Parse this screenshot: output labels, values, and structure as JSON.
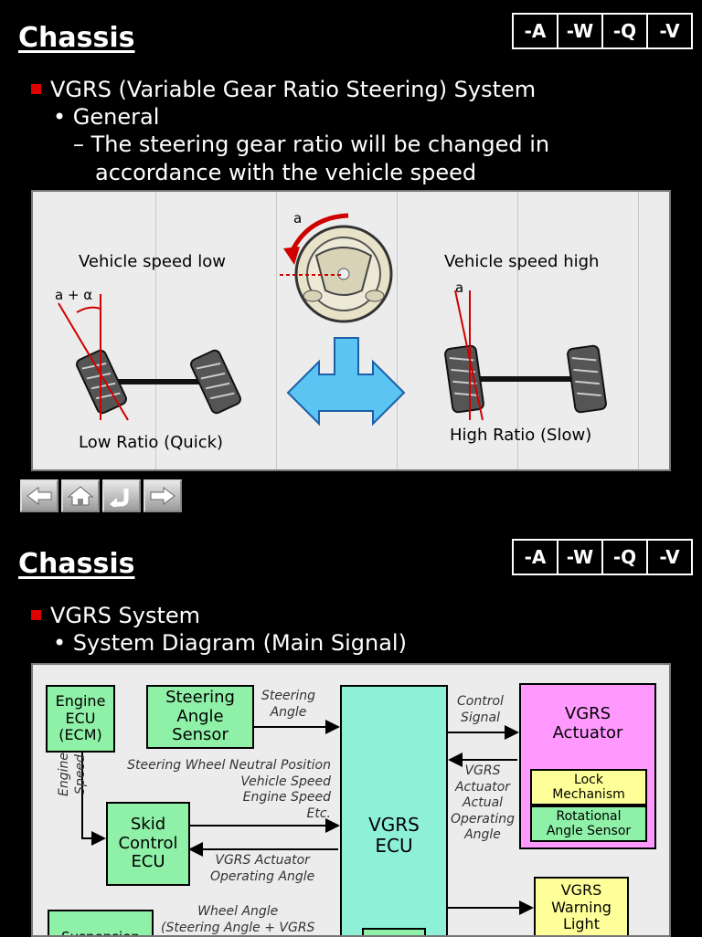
{
  "slide1": {
    "title": "Chassis",
    "tags": [
      "-A",
      "-W",
      "-Q",
      "-V"
    ],
    "bullet": "VGRS (Variable Gear Ratio Steering) System",
    "sub": "• General",
    "dash_line1": "– The steering gear ratio will be changed in",
    "dash_line2": "accordance with the vehicle speed",
    "diagram": {
      "low_speed": "Vehicle speed low",
      "high_speed": "Vehicle speed high",
      "angle_a": "a",
      "angle_a_alpha": "a + α",
      "angle_a_right": "a",
      "low_ratio": "Low Ratio (Quick)",
      "high_ratio": "High Ratio (Slow)"
    },
    "nav": [
      "back-icon",
      "home-icon",
      "return-icon",
      "forward-icon"
    ]
  },
  "slide2": {
    "title": "Chassis",
    "tags": [
      "-A",
      "-W",
      "-Q",
      "-V"
    ],
    "bullet": "VGRS System",
    "sub": "• System Diagram (Main Signal)",
    "boxes": {
      "engine_ecu_1": "Engine",
      "engine_ecu_2": "ECU",
      "engine_ecu_3": "(ECM)",
      "steer_sensor_1": "Steering",
      "steer_sensor_2": "Angle",
      "steer_sensor_3": "Sensor",
      "vgrs_ecu_1": "VGRS",
      "vgrs_ecu_2": "ECU",
      "actuator_1": "VGRS",
      "actuator_2": "Actuator",
      "lock_1": "Lock",
      "lock_2": "Mechanism",
      "rot_1": "Rotational",
      "rot_2": "Angle Sensor",
      "skid_1": "Skid",
      "skid_2": "Control",
      "skid_3": "ECU",
      "warn_1": "VGRS",
      "warn_2": "Warning",
      "warn_3": "Light",
      "susp": "Suspension"
    },
    "notes": {
      "steering_angle_1": "Steering",
      "steering_angle_2": "Angle",
      "control_signal_1": "Control",
      "control_signal_2": "Signal",
      "engine_speed_1": "Engine",
      "engine_speed_2": "Speed",
      "skid_in_1": "Steering Wheel Neutral Position",
      "skid_in_2": "Vehicle Speed",
      "skid_in_3": "Engine Speed",
      "skid_in_4": "Etc.",
      "feedback_1": "VGRS",
      "feedback_2": "Actuator",
      "feedback_3": "Actual",
      "feedback_4": "Operating",
      "feedback_5": "Angle",
      "op_angle_1": "VGRS Actuator",
      "op_angle_2": "Operating Angle",
      "wheel_angle_1": "Wheel Angle",
      "wheel_angle_2": "(Steering Angle + VGRS"
    }
  },
  "colors": {
    "panel_bg": "#ececec",
    "bullet": "#e00000",
    "green_box": "#8ff0a8",
    "pink_box": "#ff99ff",
    "yellow_box": "#ffff99",
    "arrow_blue": "#5cc4f2",
    "red_line": "#e00000"
  }
}
